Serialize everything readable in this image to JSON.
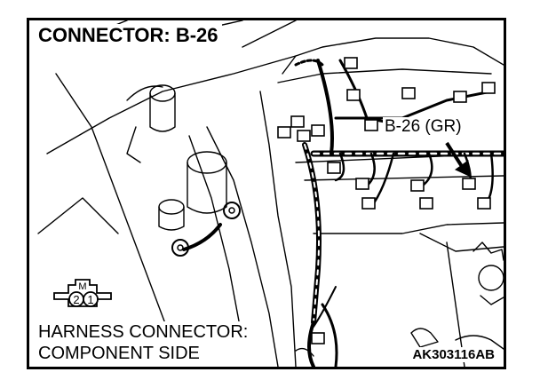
{
  "diagram": {
    "title": "CONNECTOR: B-26",
    "connector_callout": "B-26 (GR)",
    "harness_line1": "HARNESS CONNECTOR:",
    "harness_line2": "COMPONENT SIDE",
    "figure_code": "AK303116AB",
    "pin_icon": {
      "key_letter": "M",
      "pin_left": "2",
      "pin_right": "1"
    }
  }
}
